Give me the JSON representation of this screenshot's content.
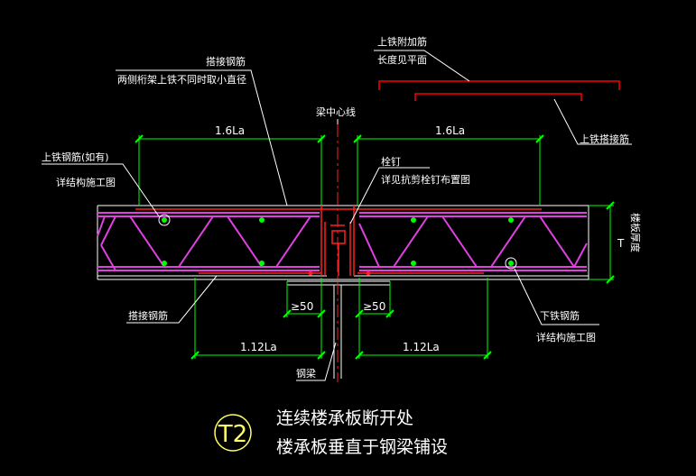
{
  "drawing": {
    "tag": "T2",
    "title_line1": "连续楼承板断开处",
    "title_line2": "楼承板垂直于钢梁铺设"
  },
  "labels": {
    "lap_rebar_top": "搭接钢筋",
    "lap_rebar_note": "两侧桁架上铁不同时取小直径",
    "top_extra_rebar": "上铁附加筋",
    "top_extra_note": "长度见平面",
    "top_lap_rebar": "上铁搭接筋",
    "beam_centerline": "梁中心线",
    "stud": "栓钉",
    "stud_note": "详见抗剪栓钉布置图",
    "top_rebar": "上铁钢筋(如有)",
    "top_rebar_note": "详结构施工图",
    "bottom_rebar": "下铁钢筋",
    "bottom_rebar_note": "详结构施工图",
    "lap_rebar_bottom": "搭接钢筋",
    "steel_beam": "钢梁",
    "slab_thickness": "楼板厚度",
    "thickness_symbol": "T"
  },
  "dimensions": {
    "lap_left": "1.6La",
    "lap_right": "1.6La",
    "anchor_left": "1.12La",
    "anchor_right": "1.12La",
    "bearing_left": "≥50",
    "bearing_right": "≥50"
  },
  "colors": {
    "background": "#000000",
    "truss": "#e040e0",
    "rebar_dot": "#00ff00",
    "dimension": "#00ff00",
    "cut_rebar": "#ff2020",
    "extra_rebar": "#ff0000",
    "leader": "#ffffff",
    "tag": "#ffff66"
  }
}
